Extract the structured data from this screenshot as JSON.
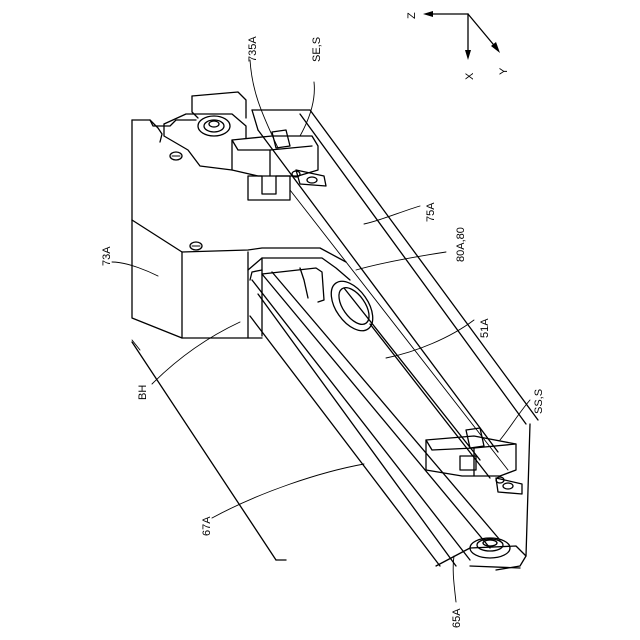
{
  "axes": {
    "z": "Z",
    "x": "X",
    "y": "Y"
  },
  "labels": {
    "l735A": "735A",
    "lSES": "SE,S",
    "l73A": "73A",
    "l75A": "75A",
    "l80A": "80A,80",
    "l51A": "51A",
    "lBH": "BH",
    "lSSS": "SS,S",
    "l67A": "67A",
    "l65A": "65A"
  }
}
